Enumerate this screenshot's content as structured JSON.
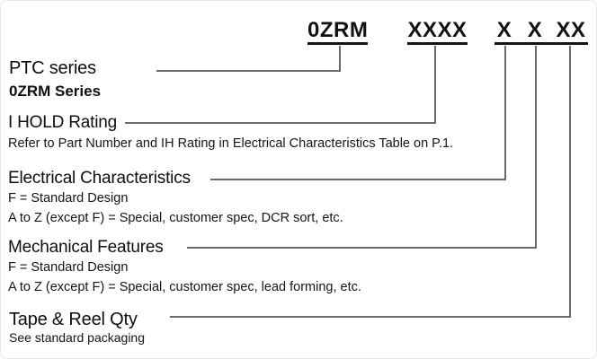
{
  "part_number": {
    "series_code": "0ZRM",
    "ihold_code": "XXXX",
    "elec_code": "X",
    "mech_code": "X",
    "tape_code": "XX"
  },
  "sections": {
    "ptc": {
      "title": "PTC series",
      "subtitle": "0ZRM Series"
    },
    "ihold": {
      "title": "I HOLD Rating",
      "note": "Refer to Part Number and IH Rating in Electrical Characteristics Table on P.1."
    },
    "electrical": {
      "title": "Electrical Characteristics",
      "line1": "F = Standard Design",
      "line2": "A to Z (except F) = Special, customer spec, DCR sort, etc."
    },
    "mechanical": {
      "title": "Mechanical Features",
      "line1": "F = Standard Design",
      "line2": "A to Z (except F) = Special, customer spec, lead forming, etc."
    },
    "tape_reel": {
      "title": "Tape & Reel Qty",
      "note": "See standard packaging"
    }
  },
  "colors": {
    "text": "#111111",
    "connector": "#6a6a6a",
    "underline": "#161616",
    "background": "#ffffff"
  }
}
